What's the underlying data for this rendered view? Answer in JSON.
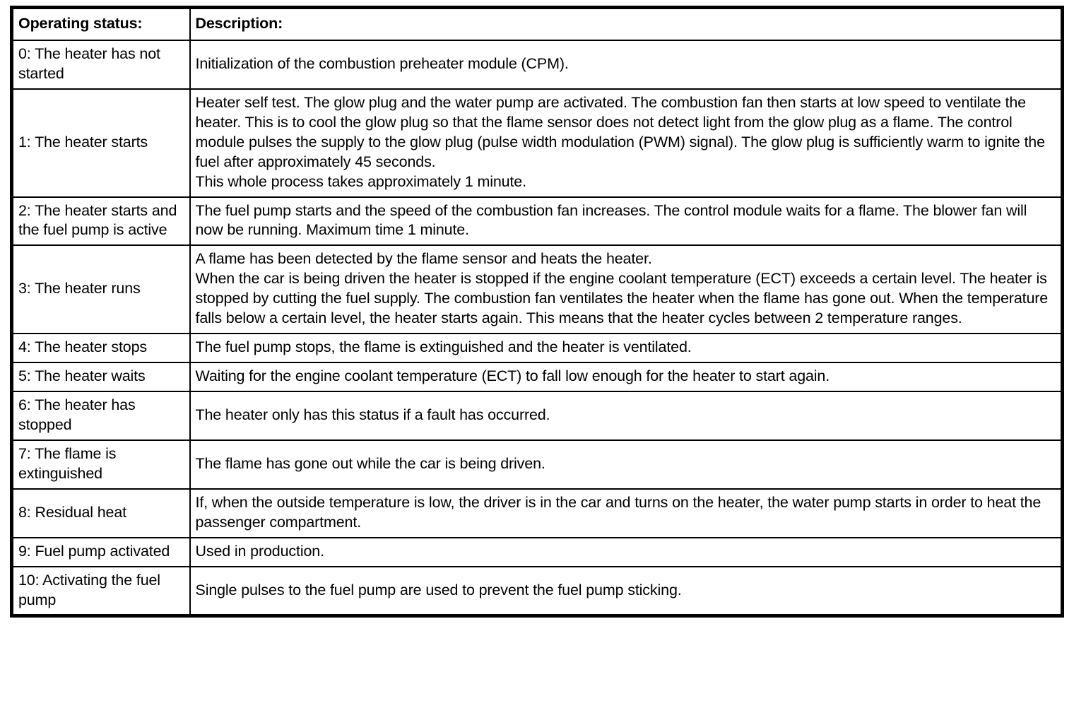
{
  "table": {
    "columns": [
      {
        "key": "status",
        "header": "Operating status:"
      },
      {
        "key": "description",
        "header": "Description:"
      }
    ],
    "rows": [
      {
        "status": "0: The heater has not started",
        "description": "Initialization of the combustion preheater module (CPM)."
      },
      {
        "status": "1: The heater starts",
        "description": "Heater self test. The glow plug and the water pump are activated. The combustion fan then starts at low speed to ventilate the heater. This is to cool the glow plug so that the flame sensor does not detect light from the glow plug as a flame. The control module pulses the supply to the glow plug (pulse width modulation (PWM) signal). The glow plug is sufficiently warm to ignite the fuel after approximately 45 seconds.\nThis whole process takes approximately 1 minute."
      },
      {
        "status": "2: The heater starts and the fuel pump is active",
        "description": "The fuel pump starts and the speed of the combustion fan increases. The control module waits for a flame. The blower fan will now be running. Maximum time 1 minute."
      },
      {
        "status": "3: The heater runs",
        "description": "A flame has been detected by the flame sensor and heats the heater.\nWhen the car is being driven the heater is stopped if the engine coolant temperature (ECT) exceeds a certain level. The heater is stopped by cutting the fuel supply. The combustion fan ventilates the heater when the flame has gone out. When the temperature falls below a certain level, the heater starts again. This means that the heater cycles between 2 temperature ranges."
      },
      {
        "status": "4: The heater stops",
        "description": "The fuel pump stops, the flame is extinguished and the heater is ventilated."
      },
      {
        "status": "5: The heater waits",
        "description": "Waiting for the engine coolant temperature (ECT) to fall low enough for the heater to start again."
      },
      {
        "status": "6: The heater has stopped",
        "description": "The heater only has this status if a fault has occurred."
      },
      {
        "status": "7: The flame is extinguished",
        "description": "The flame has gone out while the car is being driven."
      },
      {
        "status": "8: Residual heat",
        "description": "If, when the outside temperature is low, the driver is in the car and turns on the heater, the water pump starts in order to heat the passenger compartment."
      },
      {
        "status": "9: Fuel pump activated",
        "description": "Used in production."
      },
      {
        "status": "10: Activating the fuel pump",
        "description": "Single pulses to the fuel pump are used to prevent the fuel pump sticking."
      }
    ]
  }
}
